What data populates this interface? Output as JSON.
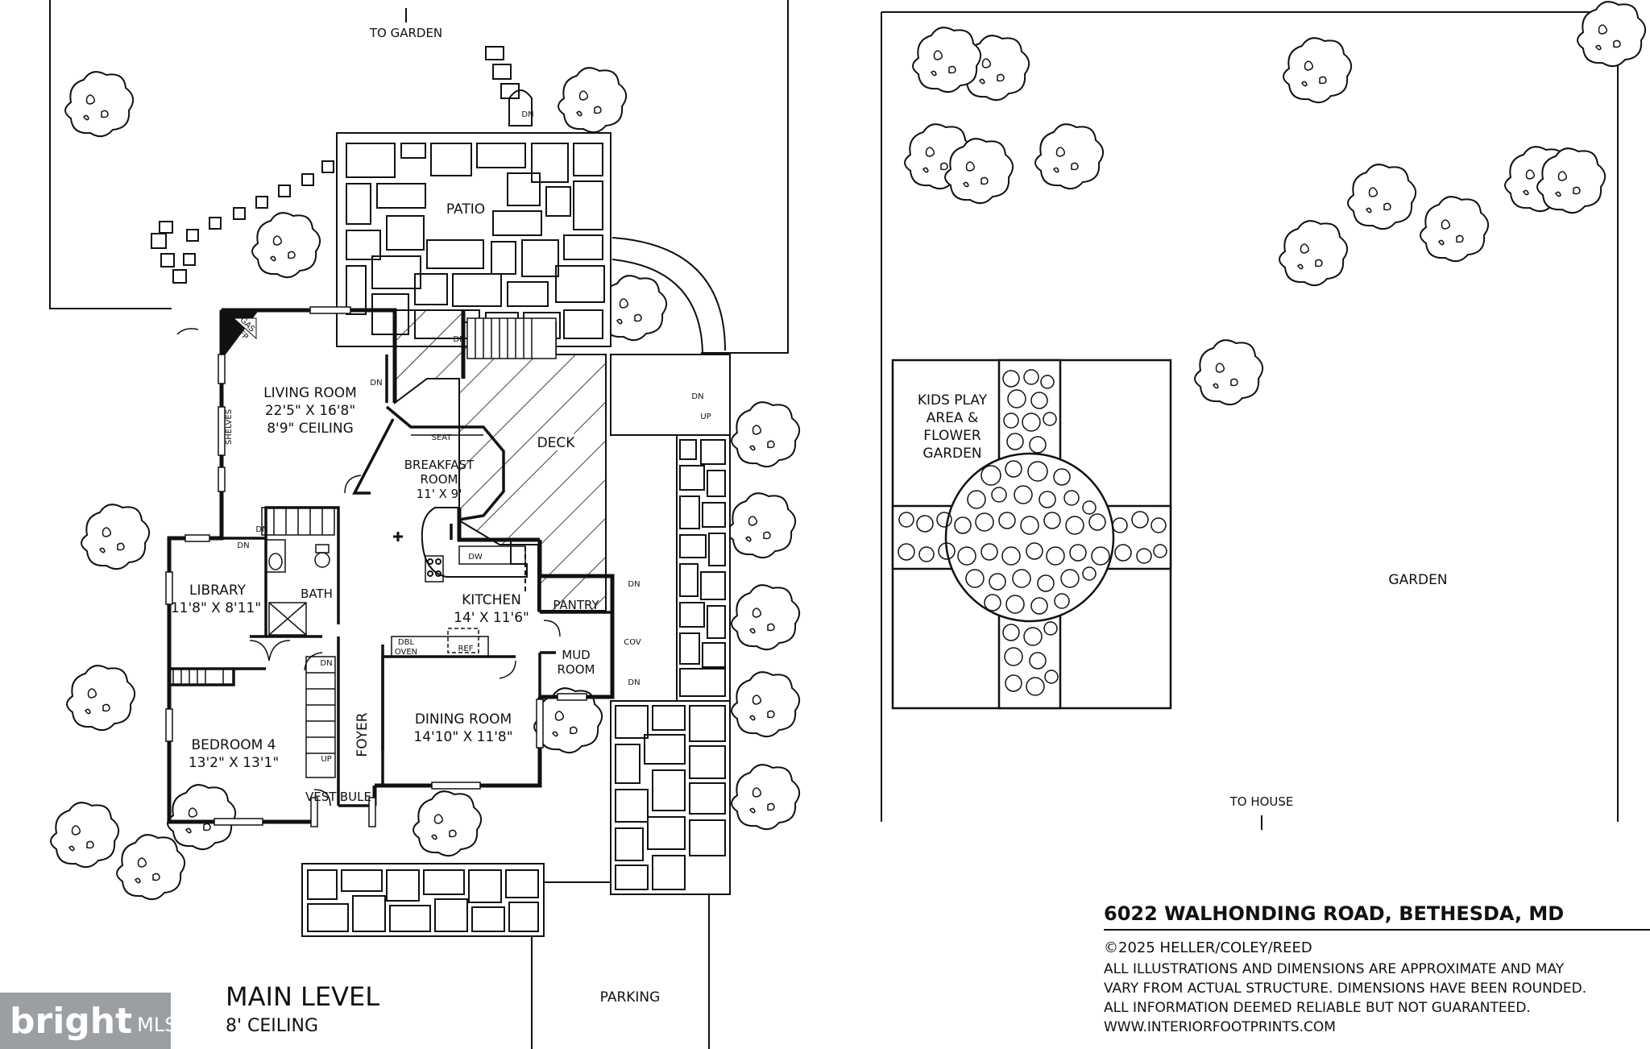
{
  "rooms": {
    "living": {
      "name": "LIVING ROOM",
      "dims": "22'5\" X 16'8\"",
      "ceiling": "8'9\" CEILING"
    },
    "breakfast": {
      "name1": "BREAKFAST",
      "name2": "ROOM",
      "dims": "11' X 9'"
    },
    "library": {
      "name": "LIBRARY",
      "dims": "11'8\" X 8'11\""
    },
    "bath": {
      "name": "BATH"
    },
    "kitchen": {
      "name": "KITCHEN",
      "dims": "14' X 11'6\""
    },
    "pantry": {
      "name": "PANTRY"
    },
    "mud": {
      "name1": "MUD",
      "name2": "ROOM"
    },
    "bedroom4": {
      "name": "BEDROOM 4",
      "dims": "13'2\" X 13'1\""
    },
    "dining": {
      "name": "DINING ROOM",
      "dims": "14'10\" X 11'8\""
    },
    "foyer": {
      "name": "FOYER"
    },
    "vestibule": {
      "name": "VESTIBULE"
    }
  },
  "outdoor": {
    "to_garden": "TO GARDEN",
    "patio": "PATIO",
    "deck": "DECK",
    "parking": "PARKING",
    "garden": "GARDEN",
    "to_house": "TO HOUSE",
    "kids_area": [
      "KIDS PLAY",
      "AREA &",
      "FLOWER",
      "GARDEN"
    ]
  },
  "small_labels": {
    "dn": "DN",
    "up": "UP",
    "seat": "SEAT",
    "shelves": "SHELVES",
    "dw": "DW",
    "ref": "REF",
    "dbl": "DBL",
    "oven": "OVEN",
    "cov": "COV",
    "gas": "GAS",
    "fp": "FP"
  },
  "level": {
    "title": "MAIN LEVEL",
    "ceiling": "8' CEILING"
  },
  "info": {
    "address": "6022 WALHONDING ROAD, BETHESDA, MD",
    "copyright": "©2025 HELLER/COLEY/REED",
    "disclaimer": [
      "ALL ILLUSTRATIONS AND DIMENSIONS ARE APPROXIMATE AND MAY",
      "VARY FROM ACTUAL STRUCTURE. DIMENSIONS HAVE BEEN ROUNDED.",
      "ALL INFORMATION DEEMED RELIABLE BUT NOT GUARANTEED."
    ],
    "website": "WWW.INTERIORFOOTPRINTS.COM"
  },
  "brand": {
    "name": "bright",
    "suffix": "MLS"
  }
}
